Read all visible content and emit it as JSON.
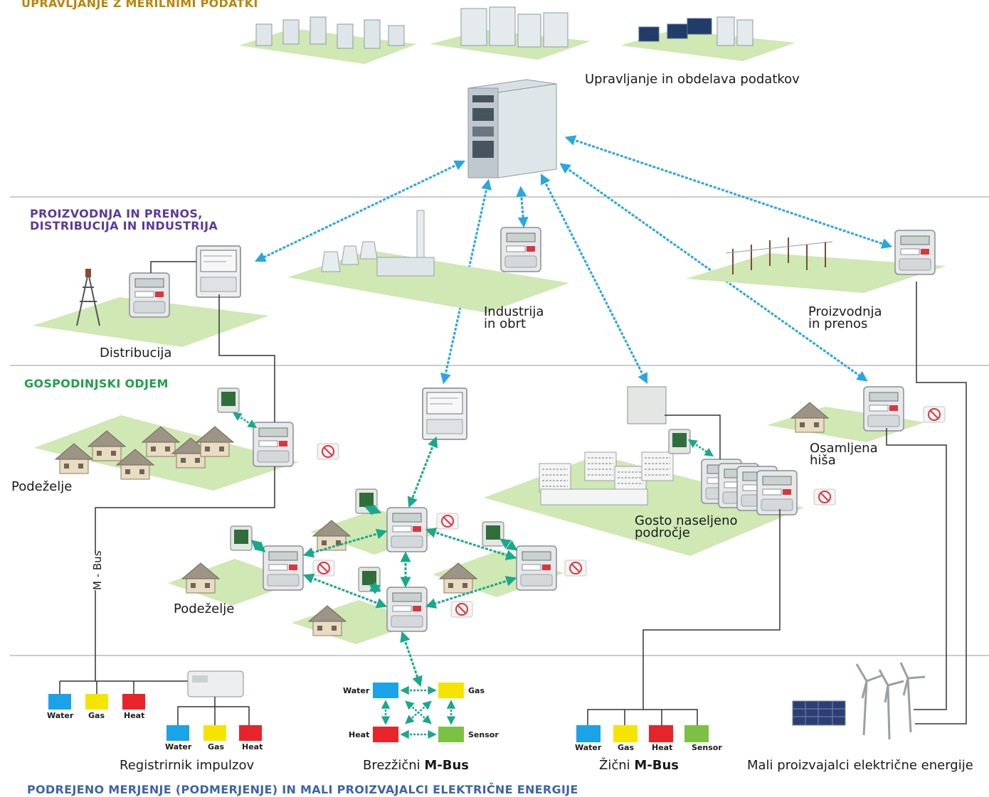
{
  "sections": {
    "top": "UPRAVLJANJE Z MERILNIMI PODATKI",
    "production": [
      "PROIZVODNJA IN PRENOS,",
      "DISTRIBUCIJA IN INDUSTRIJA"
    ],
    "household": "GOSPODINJSKI ODJEM",
    "bottom": "PODREJENO MERJENJE (PODMERJENJE) IN MALI PROIZVAJALCI ELEKTRIČNE ENERGIJE"
  },
  "labels": {
    "data_management": "Upravljanje in obdelava podatkov",
    "distribution": "Distribucija",
    "industry": [
      "Industrija",
      "in obrt"
    ],
    "production_transmission": [
      "Proizvodnja",
      "in  prenos"
    ],
    "rural_top": "Podeželje",
    "rural_mesh": "Podeželje",
    "dense_area": [
      "Gosto naseljeno",
      "področje"
    ],
    "isolated_house": [
      "Osamljena",
      "hiša"
    ],
    "mbus_line": "M - Bus"
  },
  "bottom_groups": {
    "pulse_registrar": {
      "caption": "Registrirnik impulzov",
      "meters_left": [
        "Water",
        "Gas",
        "Heat"
      ],
      "meters_right": [
        "Water",
        "Gas",
        "Heat"
      ]
    },
    "wireless_mbus": {
      "caption_prefix": "Brezžični ",
      "caption_bold": "M-Bus",
      "meters": [
        "Water",
        "Gas",
        "Heat",
        "Sensor"
      ]
    },
    "wired_mbus": {
      "caption_prefix": "Žični ",
      "caption_bold": "M-Bus",
      "meters": [
        "Water",
        "Gas",
        "Heat",
        "Sensor"
      ]
    },
    "small_producers": {
      "caption": "Mali proizvajalci električne energije"
    }
  },
  "colors": {
    "top_section": "#b8860b",
    "production_section": "#5b3a9a",
    "household_section": "#1fa04a",
    "bottom_section": "#3c64a8",
    "water": "#1aa3e8",
    "gas": "#f5e400",
    "heat": "#e8242a",
    "sensor": "#7cc242",
    "ground": "#cfe8b4",
    "arrow_blue": "#29a7de",
    "arrow_green": "#1aa88a"
  }
}
